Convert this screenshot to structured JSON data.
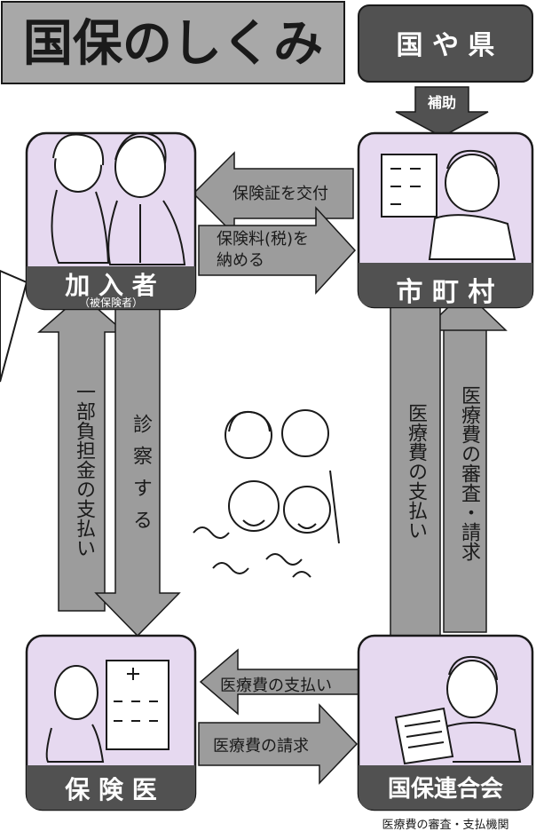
{
  "title": "国保のしくみ",
  "colors": {
    "lavender": "#e6d9f0",
    "dark_box": "#515151",
    "arrow_gray": "#9c9c9c",
    "title_bg": "#a8a8a8",
    "outline": "#1a1a1a"
  },
  "nodes": {
    "government": "国 や 県",
    "subsidy": "補助",
    "members": "加 入 者",
    "members_sub": "（被保険者）",
    "municipality": "市 町 村",
    "doctor": "保 険 医",
    "federation": "国保連合会",
    "federation_sub": "医療費の審査・支払機関"
  },
  "flows": {
    "issue_card": "保険証を交付",
    "pay_premium": "保険料(税)を\n納める",
    "copay": "一部負担金の支払い",
    "examine": "診察する",
    "municipality_pays": "医療費の支払い",
    "review_request": "医療費の審査・請求",
    "federation_pays": "医療費の支払い",
    "bill_request": "医療費の請求"
  }
}
